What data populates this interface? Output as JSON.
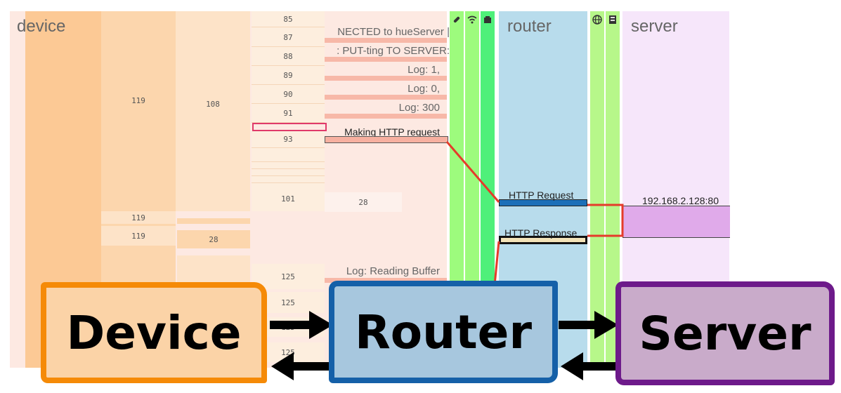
{
  "lanes": {
    "device": "device",
    "router": "router",
    "server": "server"
  },
  "device_cols": {
    "col1_value": "119",
    "col2_value": "108",
    "rows": [
      "85",
      "87",
      "88",
      "89",
      "90",
      "91",
      "93",
      "101",
      "125",
      "125",
      "125",
      "125"
    ],
    "row_101_side": "28",
    "lower_a": "119",
    "lower_b": "119",
    "lower_b_side": "28"
  },
  "logs": {
    "l1": "NECTED to hueServer |",
    "l2": ": PUT-ting TO SERVER:",
    "l3": "Log: 1,",
    "l4": "Log: 0,",
    "l5": "Log: 300",
    "l6": "Making HTTP request",
    "l7": "Log: Reading Buffer"
  },
  "router_events": {
    "request": "HTTP Request",
    "response": "HTTP Response"
  },
  "server_events": {
    "address": "192.168.2.128:80"
  },
  "icons": [
    "link-icon",
    "wifi-icon",
    "bluetooth-icon",
    "globe-icon",
    "server-rack-icon"
  ],
  "boxes": {
    "device": "Device",
    "router": "Router",
    "server": "Server"
  },
  "colors": {
    "device_fill": "#fbd3a7",
    "device_border": "#f58a07",
    "router_fill": "#a7c7de",
    "router_border": "#1560a8",
    "server_fill": "#c9abca",
    "server_border": "#6d1a8a",
    "trace_line": "#e53b2a",
    "radio_green": "#9dfb7d"
  }
}
